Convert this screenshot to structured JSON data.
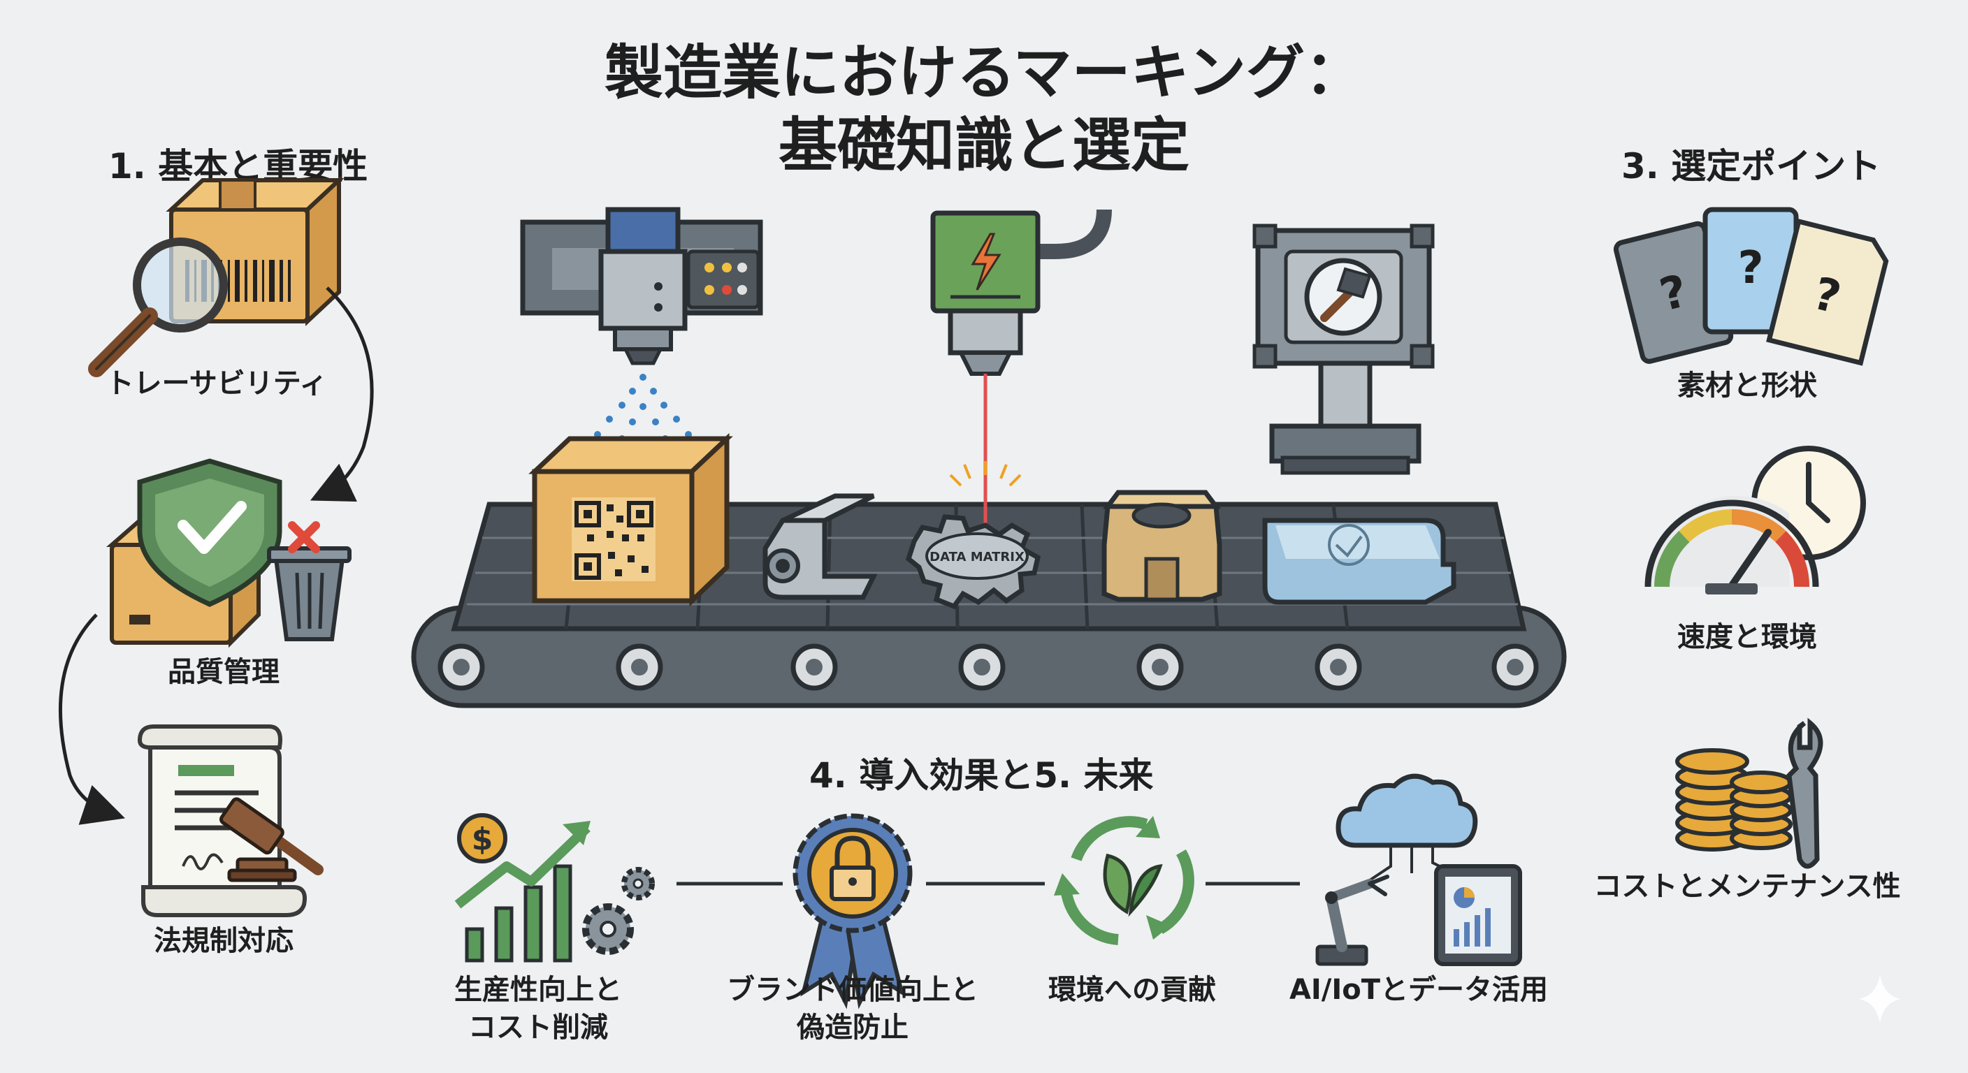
{
  "title": {
    "line1": "製造業におけるマーキング：",
    "line2": "基礎知識と選定"
  },
  "section1": {
    "heading": "1. 基本と重要性",
    "items": [
      {
        "label": "トレーサビリティ",
        "icon": "magnifier-barcode-box-icon"
      },
      {
        "label": "品質管理",
        "icon": "shield-check-trash-icon"
      },
      {
        "label": "法規制対応",
        "icon": "document-gavel-icon"
      }
    ]
  },
  "section3": {
    "heading": "3. 選定ポイント",
    "items": [
      {
        "label": "素材と形状",
        "icon": "material-cards-icon"
      },
      {
        "label": "速度と環境",
        "icon": "gauge-clock-icon"
      },
      {
        "label": "コストとメンテナンス性",
        "icon": "coins-wrench-icon"
      }
    ]
  },
  "section45": {
    "heading": "4. 導入効果と5. 未来",
    "items": [
      {
        "label_line1": "生産性向上と",
        "label_line2": "コスト削減",
        "icon": "growth-chart-gears-icon"
      },
      {
        "label_line1": "ブランド価値向上と",
        "label_line2": "偽造防止",
        "icon": "lock-badge-icon"
      },
      {
        "label_line1": "環境への貢献",
        "label_line2": "",
        "icon": "leaf-recycle-icon"
      },
      {
        "label_line1": "AI/IoTとデータ活用",
        "label_line2": "",
        "icon": "cloud-robot-tablet-icon"
      }
    ]
  },
  "conveyor": {
    "gear_marking": "DATA MATRIX",
    "machines": [
      "inkjet-printer-icon",
      "laser-marker-icon",
      "stamping-press-icon"
    ]
  },
  "colors": {
    "background": "#eef0f2",
    "cardboard": "#e8b465",
    "shield_green": "#5a8a5a",
    "laser_green": "#6aa25a",
    "laser_beam": "#e05050",
    "ink_blue": "#3b82c4",
    "cloud_blue": "#9cc4e4",
    "coin_gold": "#e6a93a"
  }
}
